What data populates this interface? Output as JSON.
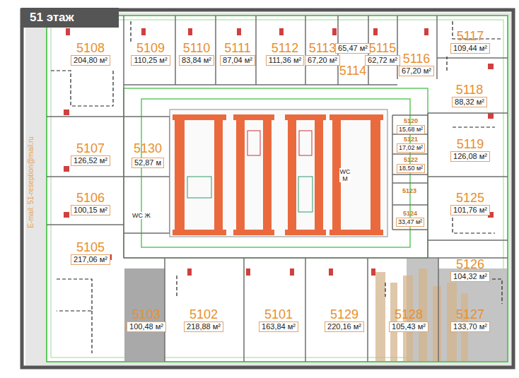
{
  "diagram": {
    "title": "51 этаж",
    "nodes": [
      {
        "text": [
          "5108",
          "204,80 м²"
        ]
      },
      {
        "text": [
          "5109",
          "110,25 м²"
        ]
      },
      {
        "text": [
          "5110",
          "83,84 м²"
        ]
      },
      {
        "text": [
          "5111",
          "87,04 м²"
        ]
      },
      {
        "text": [
          "5112",
          "111,36 м²"
        ]
      },
      {
        "text": [
          "5113",
          "67,20 м²"
        ]
      },
      {
        "text": [
          "65,47 м²",
          "5114"
        ]
      },
      {
        "text": [
          "5115",
          "62,72 м²"
        ]
      },
      {
        "text": [
          "5116",
          "67,20 м²"
        ]
      },
      {
        "text": [
          "5117",
          "109,44 м²"
        ]
      },
      {
        "text": [
          "5118",
          "88,32 м²"
        ]
      },
      {
        "text": [
          "5107",
          "126,52 м²"
        ]
      },
      {
        "text": [
          "5130",
          "52,87 м"
        ]
      },
      {
        "text": [
          "5120",
          "15,68 м²"
        ]
      },
      {
        "text": [
          "5121",
          "17,02 м²"
        ]
      },
      {
        "text": [
          "5119",
          "126,08 м²"
        ]
      },
      {
        "text": [
          "5122",
          "18,50 м²"
        ]
      },
      {
        "text": [
          "5123"
        ]
      },
      {
        "text": [
          "5106",
          "100,15 м²"
        ]
      },
      {
        "text": [
          "5125",
          "101,76 м²"
        ]
      },
      {
        "text": [
          "5124",
          "33,47 м²"
        ]
      },
      {
        "text": [
          "5105",
          "217,06 м²"
        ]
      },
      {
        "text": [
          "5126",
          "104,32 м²"
        ]
      },
      {
        "text": [
          "5103",
          "100,48 м²"
        ]
      },
      {
        "text": [
          "5102",
          "218,88 м²"
        ]
      },
      {
        "text": [
          "5101",
          "163,84 м²"
        ]
      },
      {
        "text": [
          "5129",
          "220,16 м²"
        ]
      },
      {
        "text": [
          "5128",
          "105,43 м²"
        ]
      },
      {
        "text": [
          "5127",
          "133,70 м²"
        ]
      }
    ],
    "labels": [
      "WC Ж",
      "WC М",
      "E-mail: 51-reseption@mail.ru"
    ]
  }
}
